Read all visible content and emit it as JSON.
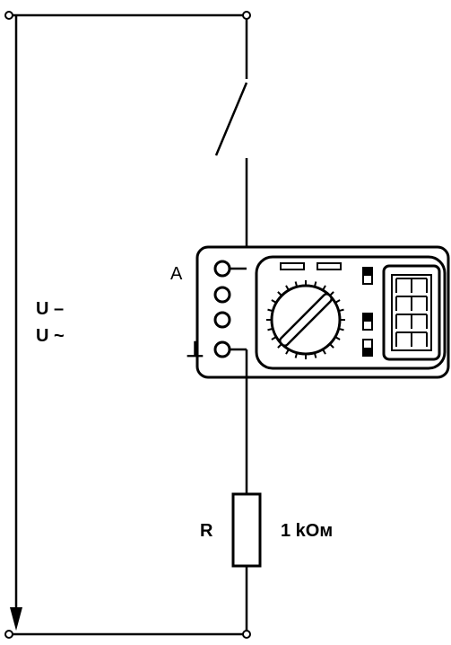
{
  "labels": {
    "voltage_dc": "U –",
    "voltage_ac": "U ~",
    "terminal_a": "A",
    "ground_symbol": "⊥",
    "resistor_name": "R",
    "resistor_value": "1 kOм"
  },
  "components": {
    "source_arrow": "arrow-down-icon",
    "switch": "switch-open-icon",
    "multimeter": "multimeter-icon",
    "resistor": "resistor-icon"
  },
  "colors": {
    "ink": "#000000",
    "paper": "#ffffff"
  }
}
